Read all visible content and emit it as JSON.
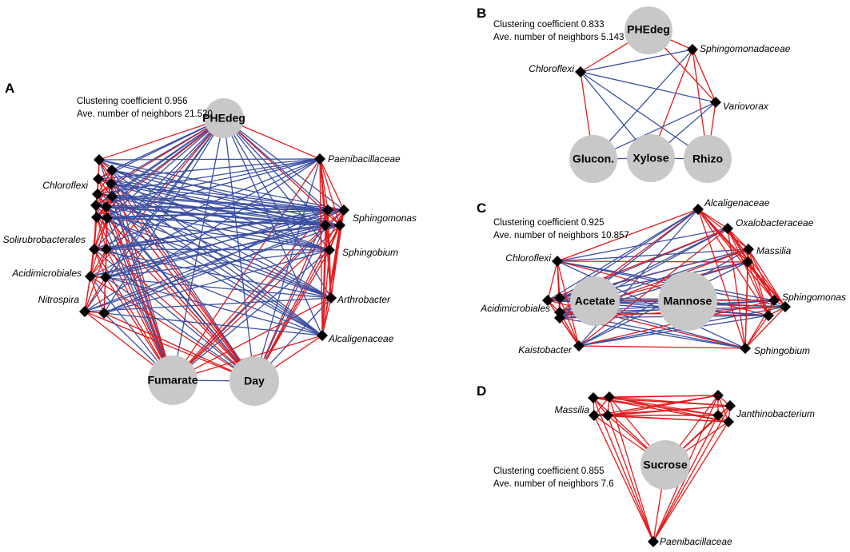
{
  "panels": [
    {
      "letter": "A",
      "clustering": "Clustering coefficient 0.956",
      "neighbors": "Ave. number of neighbors 21.520",
      "hubs": [
        "PHEdeg",
        "Fumarate",
        "Day"
      ],
      "taxa": [
        "Paenibacillaceae",
        "Chloroflexi",
        "Sphingomonas",
        "Solirubrobacterales",
        "Sphingobium",
        "Acidimicrobiales",
        "Arthrobacter",
        "Nitrospira",
        "Alcaligenaceae"
      ]
    },
    {
      "letter": "B",
      "clustering": "Clustering coefficient 0.833",
      "neighbors": "Ave. number of neighbors 5.143",
      "hubs": [
        "PHEdeg",
        "Glucon.",
        "Xylose",
        "Rhizo"
      ],
      "taxa": [
        "Sphingomonadaceae",
        "Chloroflexi",
        "Variovorax"
      ]
    },
    {
      "letter": "C",
      "clustering": "Clustering coefficient 0.925",
      "neighbors": "Ave. number of neighbors 10.857",
      "hubs": [
        "Acetate",
        "Mannose"
      ],
      "taxa": [
        "Alcaligenaceae",
        "Oxalobacteraceae",
        "Massilia",
        "Chloroflexi",
        "Sphingomonas",
        "Acidimicrobiales",
        "Kaistobacter",
        "Sphingobium"
      ]
    },
    {
      "letter": "D",
      "clustering": "Clustering coefficient 0.855",
      "neighbors": "Ave. number of neighbors 7.6",
      "hubs": [
        "Sucrose"
      ],
      "taxa": [
        "Massilia",
        "Janthinobacterium",
        "Paenibacillaceae"
      ]
    }
  ],
  "colors": {
    "positive_edge": "#e31a1c",
    "negative_edge": "#3a4fa3",
    "hub_fill": "#c8c8c8",
    "node_fill": "#000000"
  }
}
